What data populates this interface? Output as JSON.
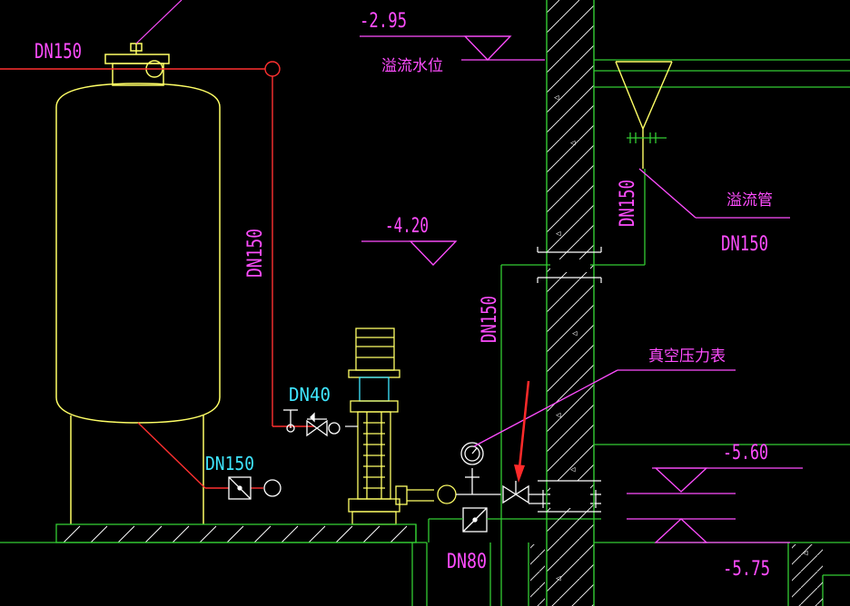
{
  "colors": {
    "background": "#000000",
    "tank": "#ffff66",
    "pipe_red": "#ff3030",
    "wall_green": "#33cc33",
    "text_magenta": "#ff4dff",
    "text_cyan": "#3fe6ff",
    "arrow": "#ff2a2a",
    "white": "#ffffff"
  },
  "labels": {
    "dn150_top_left": "DN150",
    "dn150_vertical_riser": "DN150",
    "dn40": "DN40",
    "dn150_inlet": "DN150",
    "elev_minus_2_95": "-2.95",
    "overflow_level": "溢流水位",
    "elev_minus_4_20": "-4.20",
    "dn150_vertical_center": "DN150",
    "dn150_vertical_right": "DN150",
    "overflow_pipe": "溢流管",
    "dn150_overflow": "DN150",
    "vacuum_gauge": "真空压力表",
    "elev_minus_5_60": "-5.60",
    "dn80": "DN80",
    "elev_minus_5_75": "-5.75"
  }
}
